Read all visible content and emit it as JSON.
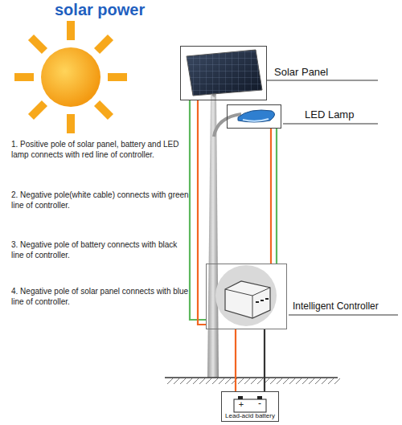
{
  "diagram": {
    "title": "solar power",
    "nodes": [
      {
        "text": [
          "Solar Panel"
        ]
      },
      {
        "text": [
          "LED Lamp"
        ]
      },
      {
        "text": [
          "Intelligent Controller"
        ]
      },
      {
        "text": [
          "Lead-acid battery"
        ]
      }
    ],
    "edges": [
      {
        "from": 0,
        "to": 2,
        "arrow": "none"
      },
      {
        "from": 0,
        "to": 2,
        "arrow": "none"
      },
      {
        "from": 1,
        "to": 2,
        "arrow": "none"
      },
      {
        "from": 1,
        "to": 2,
        "arrow": "none"
      },
      {
        "from": 2,
        "to": 3,
        "arrow": "none"
      },
      {
        "from": 2,
        "to": 3,
        "arrow": "none"
      }
    ],
    "labels": [
      "1. Positive pole of  solar panel, battery and LED lamp connects with red line of controller.",
      "2. Negative pole(white cable) connects with green line of controller.",
      "3. Negative pole of battery connects with black line of controller.",
      "4. Negative pole of solar panel connects with blue line of controller.",
      "+",
      "-"
    ]
  }
}
